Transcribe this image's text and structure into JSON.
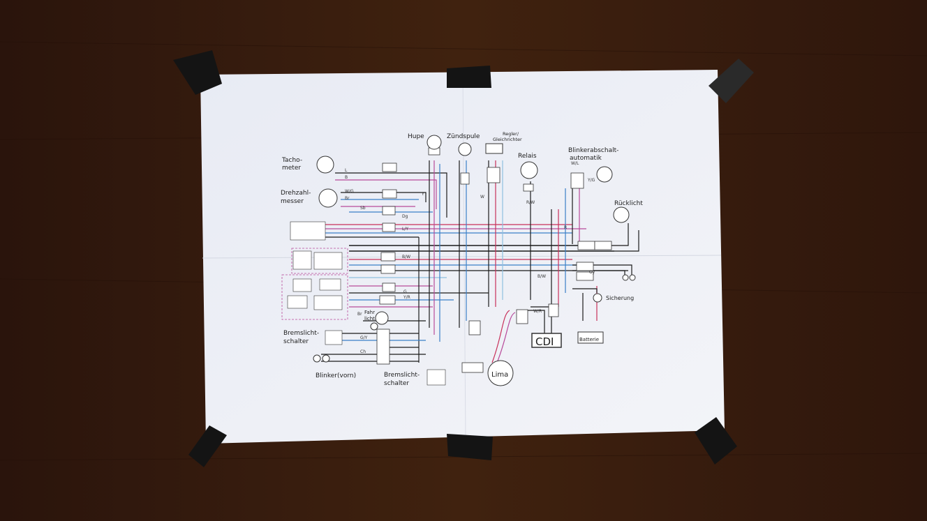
{
  "diagram": {
    "components": {
      "tacho": "Tacho-\nmeter",
      "drehzahl": "Drehzahl-\nmesser",
      "hupe": "Hupe",
      "zuendspule": "Zündspule",
      "regler": "Regler/\nGleichrichter",
      "relais": "Relais",
      "blinkerabschalt": "Blinkerabschalt-\nautomatik",
      "ruecklicht": "Rücklicht",
      "sicherung": "Sicherung",
      "batterie": "Batterie",
      "cdi": "CDI",
      "lima": "Lima",
      "fahrlicht": "Fahr\nlicht",
      "bremslicht1": "Bremslicht-\nschalter",
      "bremslicht2": "Bremslicht-\nschalter",
      "blinker_vorn": "Blinker(vorn)"
    },
    "wire_codes": [
      "L",
      "B",
      "W/G",
      "Br",
      "Sb",
      "Y",
      "Dg",
      "L/Y",
      "B/W",
      "G/Y",
      "Ch",
      "G",
      "Y/R",
      "R",
      "W",
      "W/R",
      "B/W",
      "Y/G",
      "W/L",
      "R/W",
      "Gy",
      "Br"
    ],
    "colors": {
      "red": "#c8305a",
      "blue": "#3a7fc8",
      "lightblue": "#8fc0e0",
      "magenta": "#b84a9a",
      "black": "#1a1a1a",
      "gray": "#777777",
      "paper": "#eef0f6",
      "tape": "#151515",
      "table": "#3a1e14"
    }
  }
}
